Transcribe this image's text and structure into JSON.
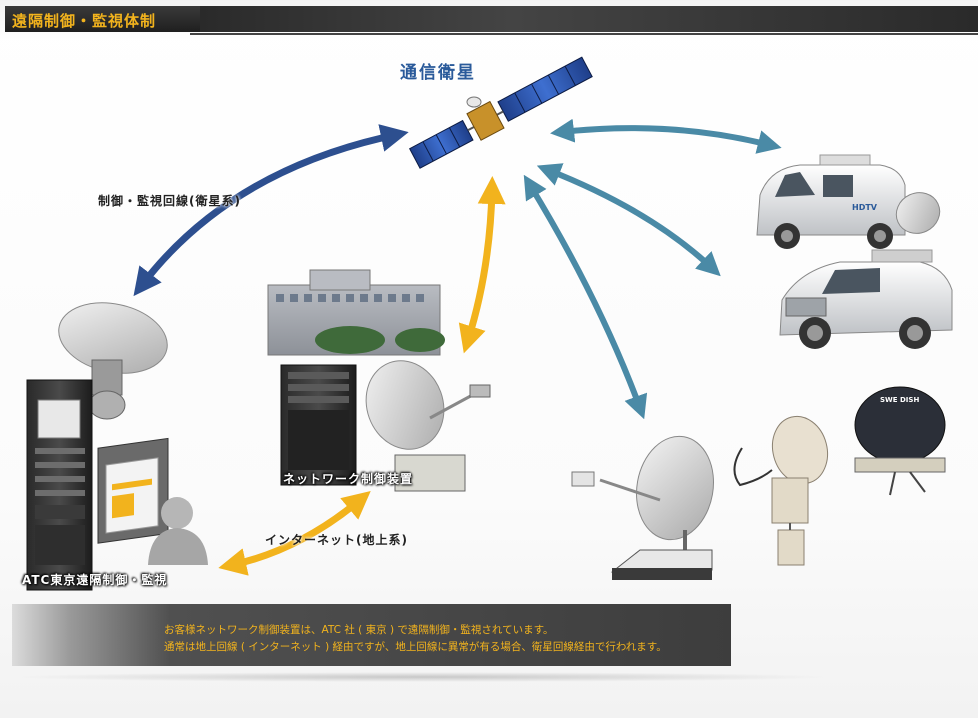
{
  "header": {
    "title": "遠隔制御・監視体制"
  },
  "diagram": {
    "satellite_label": "通信衛星",
    "control_link_label": "制御・監視回線(衛星系)",
    "internet_link_label": "インターネット(地上系)",
    "network_device_label": "ネットワーク制御装置",
    "atc_label": "ATC東京遠隔制御・監視",
    "van_badge_text": "HDTV",
    "flyaway_badge_text": "SWE DISH"
  },
  "note": {
    "line1": "お客様ネットワーク制御装置は、ATC 社 ( 東京 ) で遠隔制御・監視されています。",
    "line2": "通常は地上回線 ( インターネット ) 経由ですが、地上回線に異常が有る場合、衛星回線経由で行われます。"
  },
  "colors": {
    "header_text": "#f2b31d",
    "satellite_label": "#2a5a9a",
    "arrow_control": "#2d4f8f",
    "arrow_internet": "#f2b31d",
    "arrow_terminals": "#4a8aa6",
    "note_text": "#f2b31d"
  }
}
